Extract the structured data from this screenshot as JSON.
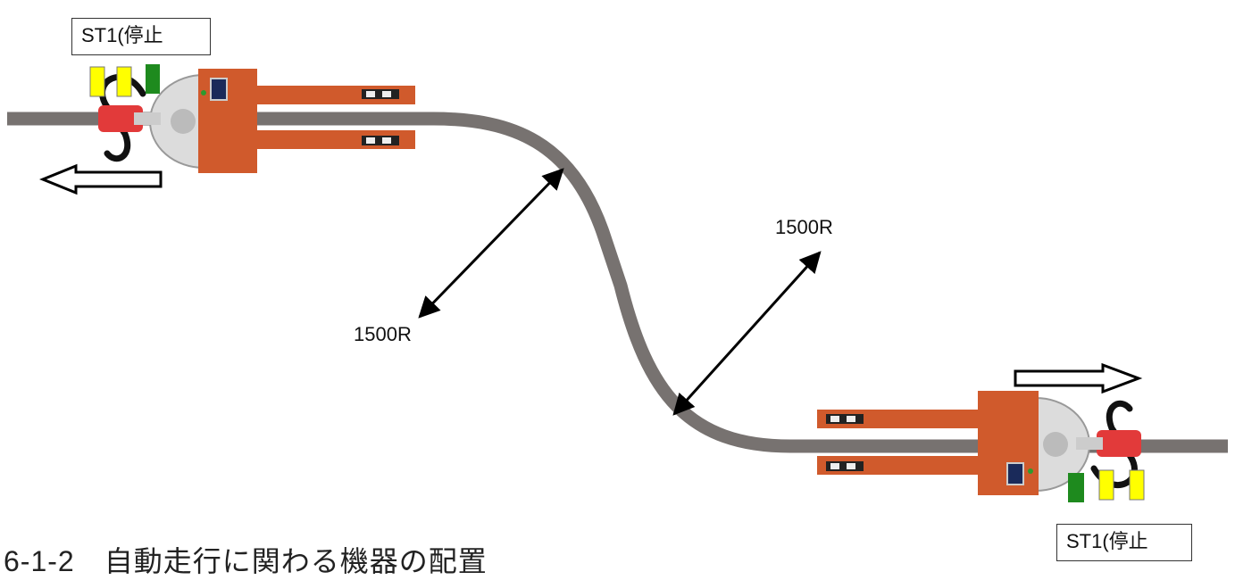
{
  "title": "6-1-2　自動走行に関わる機器の配置",
  "stations": {
    "top_label": "ST1(停止",
    "bottom_label": "ST1(停止"
  },
  "radius_labels": {
    "upper": "1500R",
    "lower": "1500R"
  },
  "colors": {
    "path": "#777270",
    "truck_body": "#d05a2c",
    "handle_red": "#e23a3a",
    "marker_yellow": "#ffff00",
    "marker_green": "#1e8a1e",
    "arrow": "#000000"
  },
  "icons": {
    "top_truck": "pallet-truck-icon",
    "bottom_truck": "pallet-truck-icon",
    "direction_left": "arrow-left-icon",
    "direction_right": "arrow-right-icon"
  }
}
